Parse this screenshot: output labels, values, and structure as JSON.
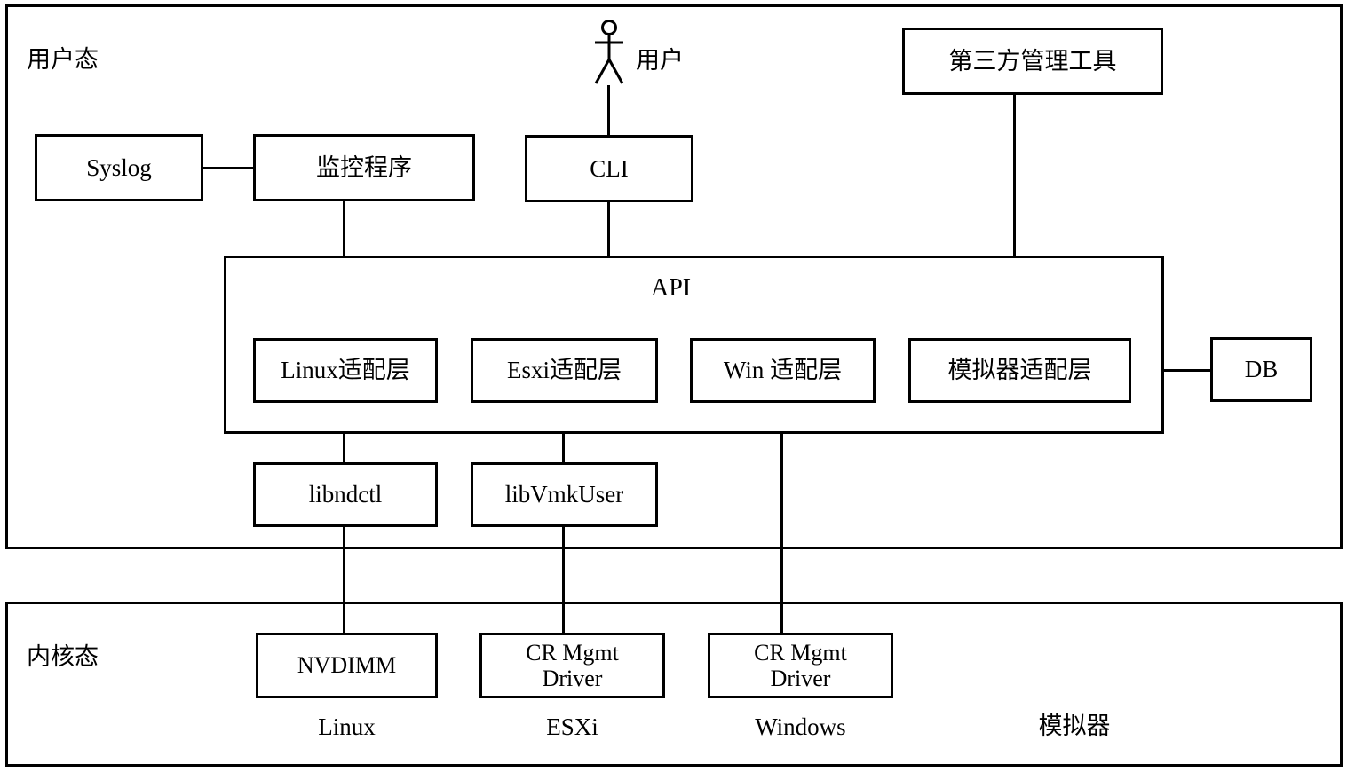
{
  "diagram": {
    "zones": [
      {
        "id": "user-mode",
        "label": "用户态"
      },
      {
        "id": "kernel-mode",
        "label": "内核态"
      }
    ],
    "actor": {
      "label": "用户",
      "icon": "stick-figure-user-icon"
    },
    "user_mode_nodes": [
      {
        "id": "syslog",
        "label": "Syslog"
      },
      {
        "id": "monitor-program",
        "label": "监控程序"
      },
      {
        "id": "cli",
        "label": "CLI"
      },
      {
        "id": "third-party-tool",
        "label": "第三方管理工具"
      }
    ],
    "api": {
      "title": "API",
      "adapters": [
        {
          "id": "linux-adapter",
          "label": "Linux适配层"
        },
        {
          "id": "esxi-adapter",
          "label": "Esxi适配层"
        },
        {
          "id": "win-adapter",
          "label": "Win 适配层"
        },
        {
          "id": "simulator-adapter",
          "label": "模拟器适配层"
        }
      ]
    },
    "database": {
      "id": "db",
      "label": "DB"
    },
    "libraries": [
      {
        "id": "libndctl",
        "label": "libndctl"
      },
      {
        "id": "libvmkuser",
        "label": "libVmkUser"
      }
    ],
    "kernel_mode_nodes": [
      {
        "id": "nvdimm",
        "line1": "NVDIMM",
        "line2": ""
      },
      {
        "id": "cr-mgmt-driver-esxi",
        "line1": "CR Mgmt",
        "line2": "Driver"
      },
      {
        "id": "cr-mgmt-driver-windows",
        "line1": "CR Mgmt",
        "line2": "Driver"
      }
    ],
    "platform_labels": [
      {
        "id": "platform-linux",
        "label": "Linux"
      },
      {
        "id": "platform-esxi",
        "label": "ESXi"
      },
      {
        "id": "platform-windows",
        "label": "Windows"
      },
      {
        "id": "platform-simulator",
        "label": "模拟器"
      }
    ],
    "colors": {
      "stroke": "#000000",
      "background": "#ffffff"
    }
  }
}
